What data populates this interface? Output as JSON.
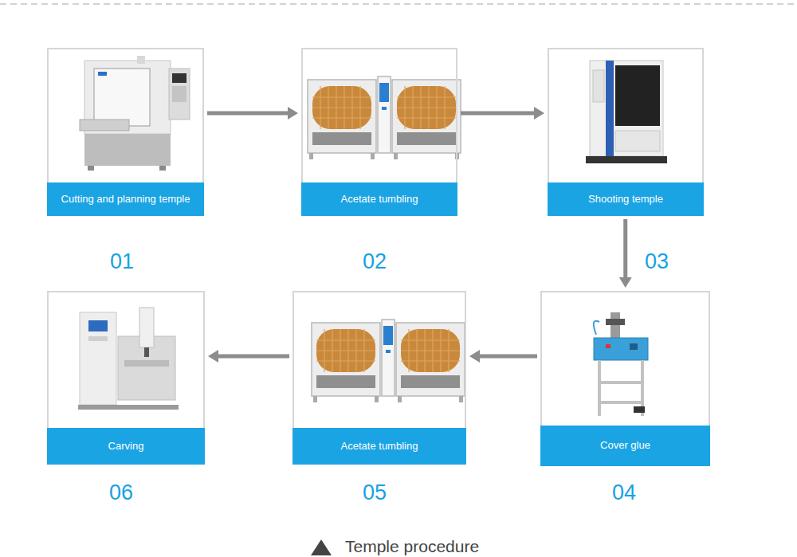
{
  "diagram": {
    "caption": "Temple procedure",
    "nodes": [
      {
        "text": [
          "Cutting and planning temple"
        ]
      },
      {
        "text": [
          "Acetate tumbling"
        ]
      },
      {
        "text": [
          "Shooting temple"
        ]
      },
      {
        "text": [
          "Cover glue"
        ]
      },
      {
        "text": [
          "Acetate tumbling"
        ]
      },
      {
        "text": [
          "Carving"
        ]
      }
    ],
    "edges": [
      {
        "from": 0,
        "to": 1,
        "arrow": "to"
      },
      {
        "from": 1,
        "to": 2,
        "arrow": "to"
      },
      {
        "from": 2,
        "to": 3,
        "arrow": "to"
      },
      {
        "from": 3,
        "to": 4,
        "arrow": "to"
      },
      {
        "from": 4,
        "to": 5,
        "arrow": "to"
      }
    ],
    "labels": [
      "01",
      "02",
      "03",
      "04",
      "05",
      "06"
    ]
  }
}
